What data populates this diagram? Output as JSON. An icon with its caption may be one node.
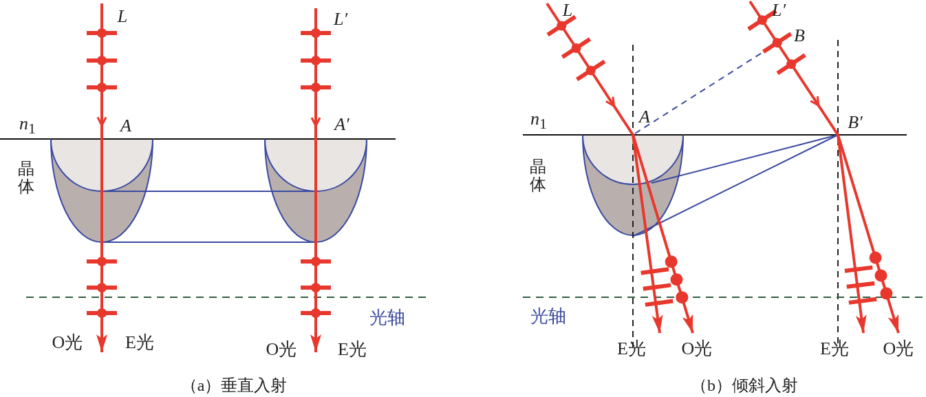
{
  "diagram": {
    "labels": [
      "L",
      "L′",
      "*n*$_{1}$",
      "A",
      "A′",
      "晶体",
      "光轴",
      "O光",
      "E光",
      "O光",
      "E光",
      "（a）垂直入射",
      "L",
      "L′",
      "B",
      "*n*$_{1}$",
      "A",
      "B′",
      "晶体",
      "光轴",
      "E光",
      "O光",
      "E光",
      "O光",
      "（b）倾斜入射"
    ]
  }
}
